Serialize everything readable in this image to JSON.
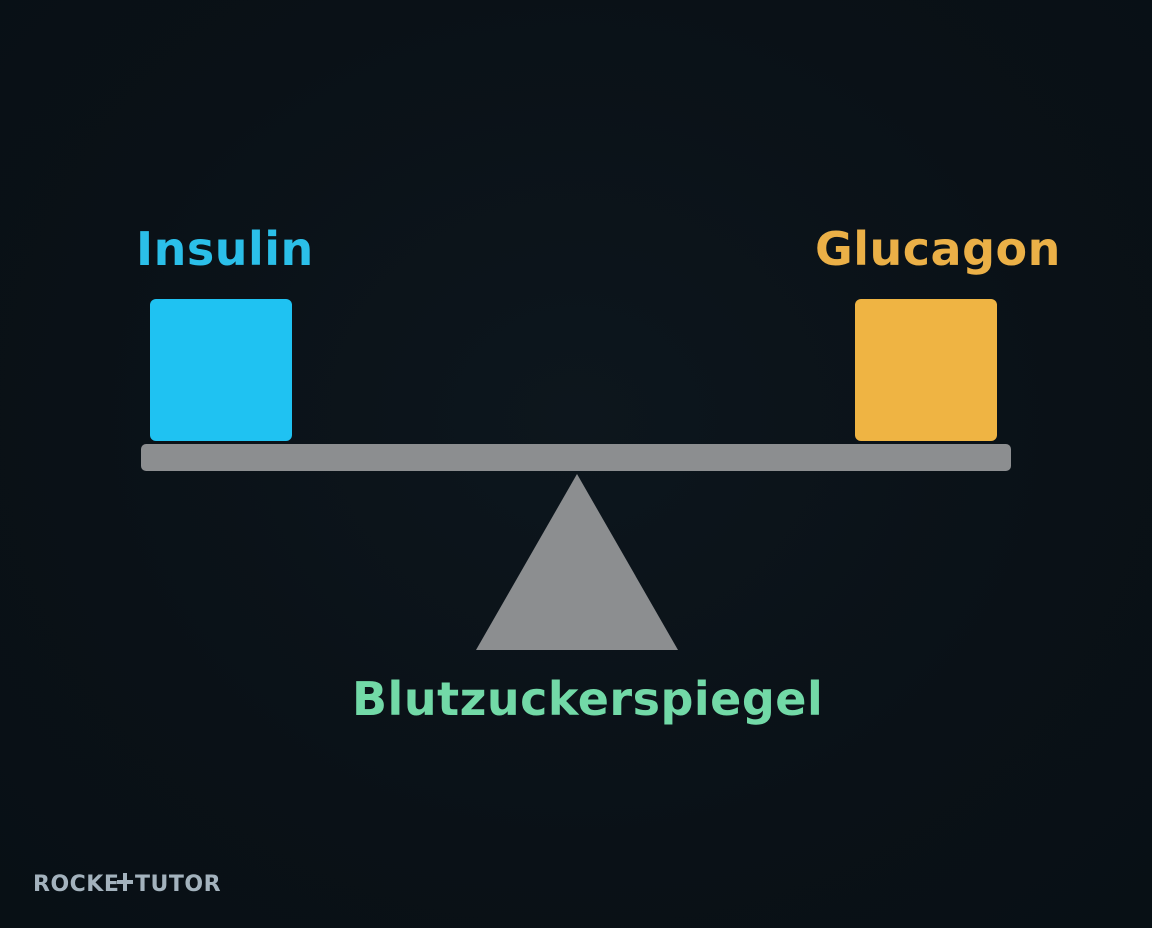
{
  "diagram": {
    "left_label": "Insulin",
    "right_label": "Glucagon",
    "bottom_label": "Blutzuckerspiegel"
  },
  "colors": {
    "background": "#0b1218",
    "insulin": "#1fc2f2",
    "insulin_text": "#2bbfe9",
    "glucagon": "#efb443",
    "glucagon_text": "#ebb047",
    "beam": "#8c8e90",
    "fulcrum": "#8c8e90",
    "bottom_text": "#72d9a7",
    "brand": "#a3b2bd"
  },
  "icons": {
    "left_block": "blue-square",
    "right_block": "orange-square",
    "fulcrum": "triangle"
  },
  "brand": {
    "logo_text": "ROCKETTUTOR"
  }
}
